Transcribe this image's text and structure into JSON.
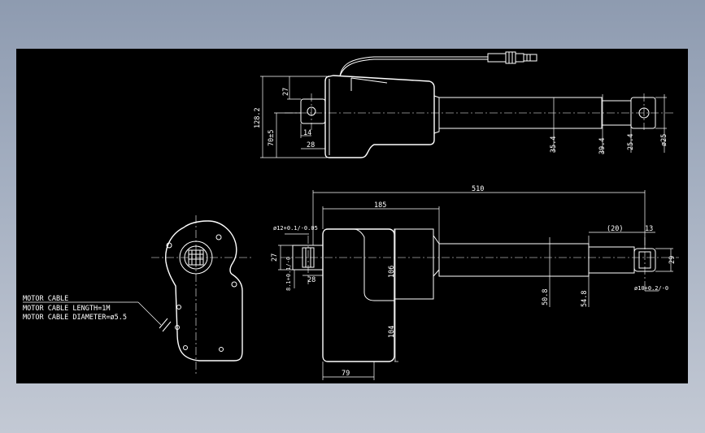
{
  "colors": {
    "page_background": "#94a1b5",
    "drawing_background": "#000000",
    "line": "#ffffff"
  },
  "top_view": {
    "dims": {
      "d1282": "128.2",
      "d70": "70±5",
      "d27": "27",
      "d14": "14",
      "d28": "28",
      "d354": "35.4",
      "d394": "39.4",
      "d254": "25.4",
      "d25": "ø25"
    }
  },
  "front_view": {
    "dims": {
      "d510": "510",
      "d185": "185",
      "d20": "(20)",
      "d13": "13",
      "d12": "ø12+0.1/-0.05",
      "d27": "27",
      "d81": "8.1+0.1/-0",
      "d28": "28",
      "d106": "106",
      "d104": "104",
      "d79": "79",
      "d508": "50.8",
      "d548": "54.8",
      "d29": "29",
      "d10": "ø10+0.2/-0"
    }
  },
  "notes": {
    "motor_cable": "MOTOR CABLE",
    "cable_length": "MOTOR CABLE LENGTH=1M",
    "cable_diameter": "MOTOR CABLE DIAMETER=ø5.5"
  }
}
